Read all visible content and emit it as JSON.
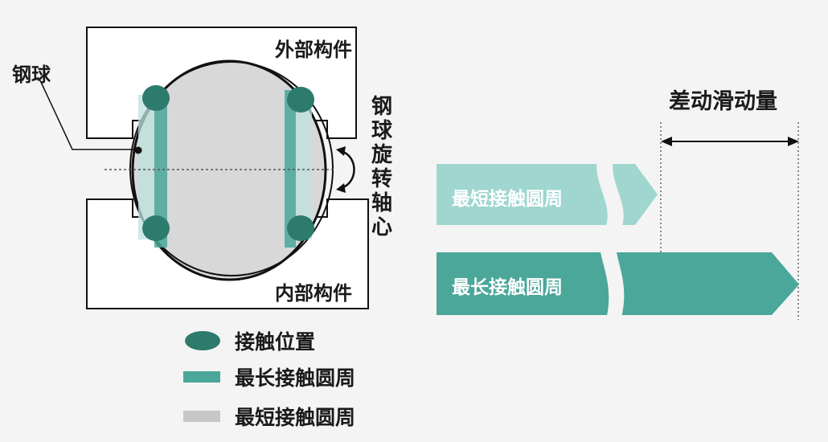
{
  "colors": {
    "background": "#f4f4f4",
    "component_fill": "#ffffff",
    "outline": "#111111",
    "ball_fill": "#d7d7d7",
    "contact_dark": "#2c7b6c",
    "long_band": "#4aa79a",
    "short_band": "#9fd6cf",
    "legend_short": "#c7c7c7"
  },
  "labels": {
    "outer_part": "外部构件",
    "inner_part": "内部构件",
    "steel_ball": "钢球",
    "axis_chars": [
      "钢",
      "球",
      "旋",
      "转",
      "轴",
      "心"
    ],
    "differential_sliding": "差动滑动量",
    "shortest_contact": "最短接触圆周",
    "longest_contact": "最长接触圆周"
  },
  "legend": [
    {
      "label": "接触位置",
      "icon": "contact-ellipse-icon"
    },
    {
      "label": "最长接触圆周",
      "icon": "long-band-swatch-icon"
    },
    {
      "label": "最短接触圆周",
      "icon": "short-band-swatch-icon"
    }
  ],
  "icons": {
    "rotation": "rotation-arrow-icon",
    "wave_break": "wave-break-icon",
    "dimension": "double-arrow-icon"
  }
}
